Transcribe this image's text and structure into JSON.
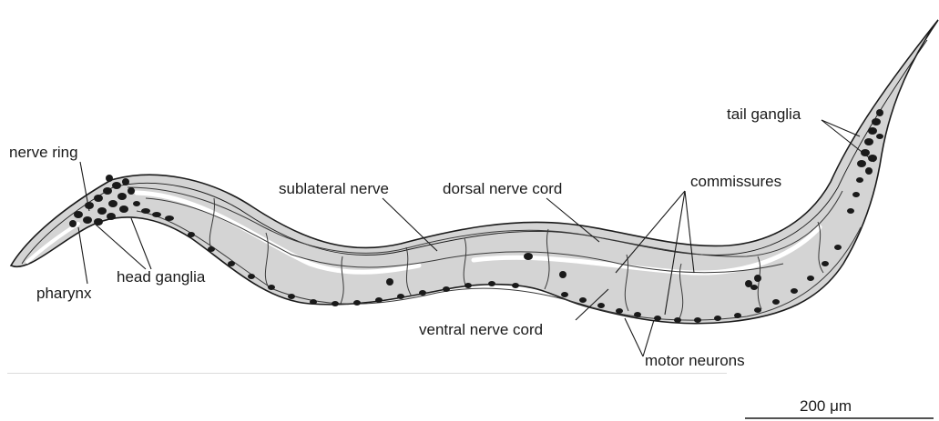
{
  "labels": {
    "nerve_ring": "nerve ring",
    "pharynx": "pharynx",
    "head_ganglia": "head ganglia",
    "sublateral_nerve": "sublateral nerve",
    "dorsal_nerve_cord": "dorsal nerve cord",
    "commissures": "commissures",
    "tail_ganglia": "tail ganglia",
    "ventral_nerve_cord": "ventral nerve cord",
    "motor_neurons": "motor neurons"
  },
  "scale_bar": {
    "label": "200 μm"
  },
  "colors": {
    "ink": "#1a1a1a",
    "body_fill": "#d4d4d4",
    "outline": "#1a1a1a",
    "background": "#ffffff"
  }
}
